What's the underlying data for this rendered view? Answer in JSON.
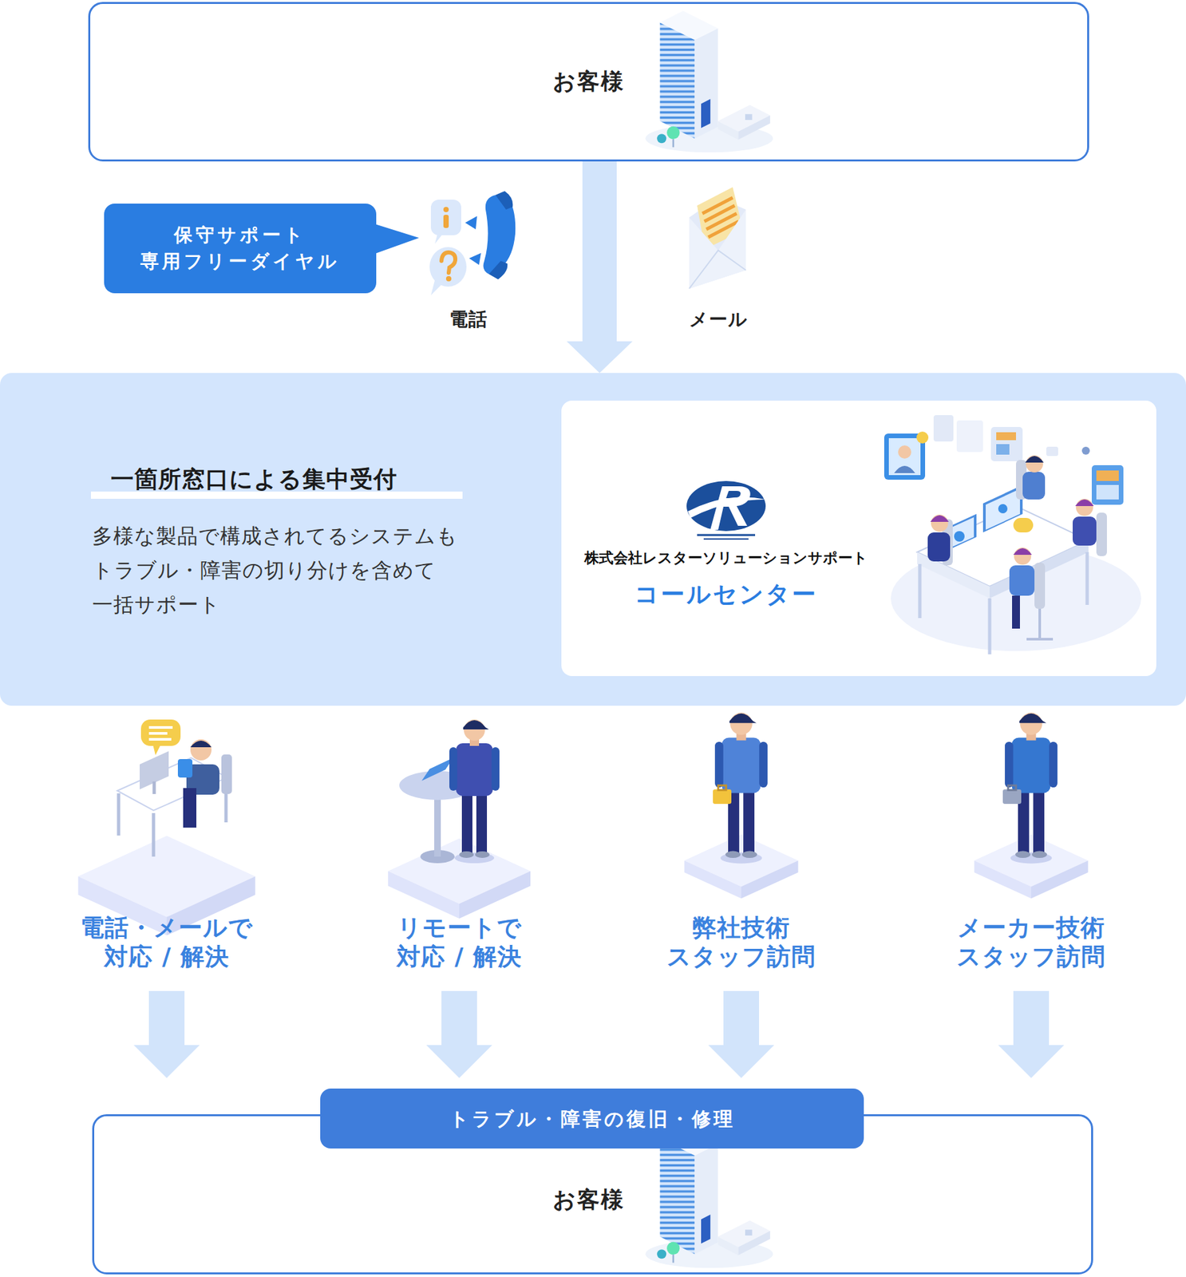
{
  "diagram": {
    "nodes": [
      {
        "text": [
          "お客様"
        ]
      },
      {
        "text": [
          "保守サポート 専用フリーダイヤル"
        ]
      },
      {
        "text": [
          "一箇所窓口による集中受付",
          "多様な製品で構成されてるシステムも トラブル・障害の切り分けを含めて 一括サポート"
        ]
      },
      {
        "text": [
          "株式会社レスターソリューションサポート",
          "コールセンター"
        ],
        "in": 2
      },
      {
        "text": [
          "トラブル・障害の復旧・修理"
        ]
      },
      {
        "text": [
          "お客様"
        ]
      }
    ],
    "edges": [
      {
        "from": 0,
        "to": 2,
        "arrow": "to"
      }
    ],
    "labels": [
      "電話",
      "メール",
      "電話・メールで 対応 / 解決",
      "リモートで 対応 / 解決",
      "弊社技術 スタッフ訪問",
      "メーカー技術 スタッフ訪問"
    ]
  }
}
